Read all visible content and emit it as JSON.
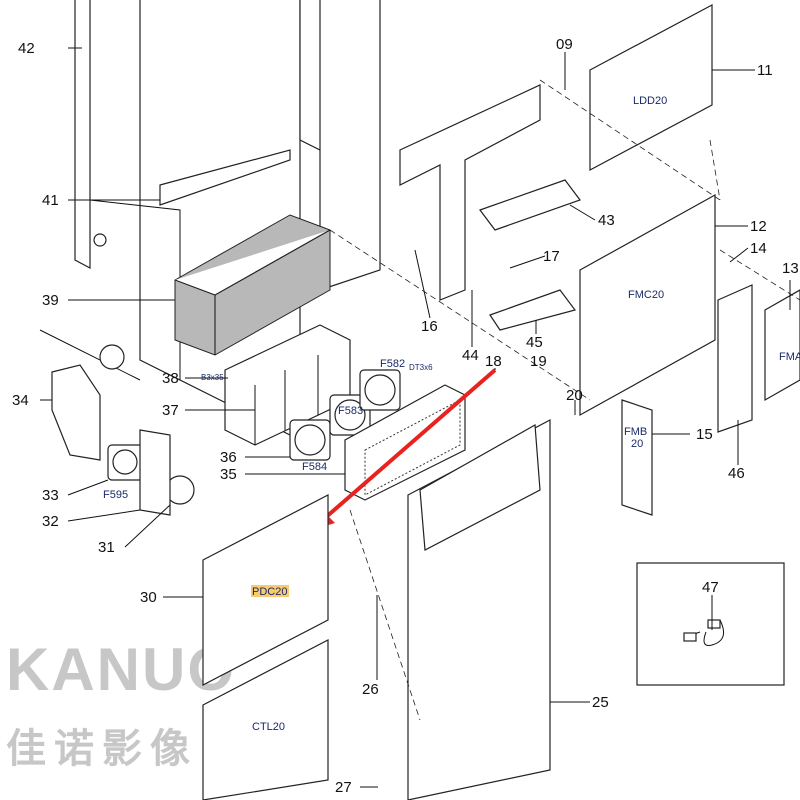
{
  "diagram": {
    "callouts": [
      "42",
      "41",
      "39",
      "38",
      "37",
      "36",
      "35",
      "34",
      "33",
      "32",
      "31",
      "30",
      "26",
      "27",
      "25",
      "18",
      "19",
      "20",
      "15",
      "46",
      "47",
      "45",
      "44",
      "16",
      "17",
      "43",
      "12",
      "14",
      "13",
      "11",
      "09"
    ],
    "board_labels": {
      "ldd": "LDD20",
      "fmc": "FMC20",
      "fma": "FMA",
      "fmb_line1": "FMB",
      "fmb_line2": "20",
      "pdc": "PDC20",
      "ctl": "CTL20"
    },
    "fan_labels": [
      "F582",
      "F583",
      "F584",
      "F595"
    ],
    "screw_labels": [
      "B3x35",
      "DT3x6"
    ],
    "watermark": {
      "latin": "KANUO",
      "chinese": "佳诺影像"
    },
    "colors": {
      "arrow": "#e8231f",
      "highlight_label": "#f5b731",
      "housing": "#b8b8b8"
    }
  }
}
